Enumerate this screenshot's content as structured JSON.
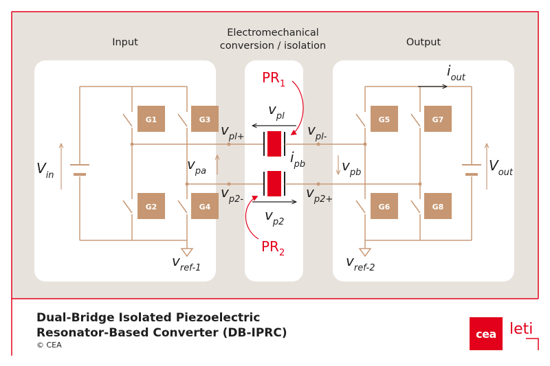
{
  "section_labels": {
    "input": "Input",
    "conversion_line1": "Electromechanical",
    "conversion_line2": "conversion / isolation",
    "output": "Output"
  },
  "switches": [
    "G1",
    "G3",
    "G2",
    "G4",
    "G5",
    "G7",
    "G6",
    "G8"
  ],
  "resonators": {
    "pr1": {
      "main": "PR",
      "sub": "1"
    },
    "pr2": {
      "main": "PR",
      "sub": "2"
    }
  },
  "variables": {
    "vin": {
      "main": "V",
      "sub": "in"
    },
    "vout": {
      "main": "V",
      "sub": "out"
    },
    "iout": {
      "main": "i",
      "sub": "out"
    },
    "vpl": {
      "main": "v",
      "sub": "pl"
    },
    "vpl_plus": {
      "main": "v",
      "sub": "pl+"
    },
    "vpl_minus": {
      "main": "v",
      "sub": "pl-"
    },
    "vpa": {
      "main": "v",
      "sub": "pa"
    },
    "ipb": {
      "main": "i",
      "sub": "pb"
    },
    "vpb": {
      "main": "v",
      "sub": "pb"
    },
    "vp2_minus": {
      "main": "v",
      "sub": "p2-"
    },
    "vp2_plus": {
      "main": "v",
      "sub": "p2+"
    },
    "vp2": {
      "main": "v",
      "sub": "p2"
    },
    "vref1": {
      "main": "v",
      "sub": "ref-1"
    },
    "vref2": {
      "main": "v",
      "sub": "ref-2"
    }
  },
  "caption": {
    "title_line1": "Dual-Bridge Isolated Piezoelectric",
    "title_line2": "Resonator-Based Converter (DB-IPRC)",
    "copyright": "© CEA"
  },
  "logo": {
    "box_text": "cea",
    "side_text": "leti"
  },
  "colors": {
    "background_panel": "#e8e2dc",
    "inner_panels": "#ffffff",
    "circuit": "#c89a78",
    "switch_fill": "#c69772",
    "accent_red": "#e2001a",
    "text": "#1e1e1e"
  }
}
